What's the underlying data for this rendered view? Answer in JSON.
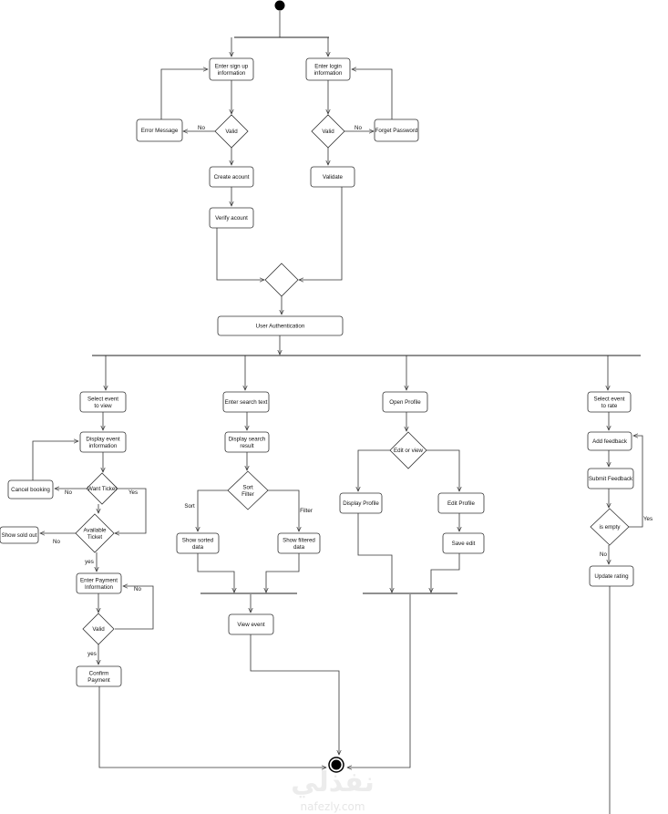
{
  "nodes": {
    "enter_signup": [
      "Enter sign up",
      "information"
    ],
    "enter_login": [
      "Enter login",
      "information"
    ],
    "error_message": [
      "Error Message"
    ],
    "forget_password": [
      "Forget Password"
    ],
    "valid_signup": [
      "Valid"
    ],
    "valid_login": [
      "Valid"
    ],
    "create_account": [
      "Create acount"
    ],
    "validate": [
      "Validate"
    ],
    "verify_account": [
      "Verify acount"
    ],
    "user_authentication": [
      "User Authentication"
    ],
    "select_event_view": [
      "Select event",
      "to view"
    ],
    "enter_search_text": [
      "Enter search text"
    ],
    "open_profile": [
      "Open Profile"
    ],
    "select_event_rate": [
      "Select event",
      "to rate"
    ],
    "display_event_info": [
      "Display event",
      "information"
    ],
    "display_search_result": [
      "Display search",
      "result"
    ],
    "edit_or_view": [
      "Edit or view"
    ],
    "add_feedback": [
      "Add feedback"
    ],
    "cancel_booking": [
      "Cancel booking"
    ],
    "want_ticket": [
      "Want Ticket"
    ],
    "sort_filter": [
      "Sort",
      "Filter"
    ],
    "display_profile": [
      "Display Profile"
    ],
    "edit_profile": [
      "Edit Profile"
    ],
    "submit_feedback": [
      "Submit Feedback"
    ],
    "show_sold_out": [
      "Show sold out"
    ],
    "available_ticket": [
      "Available",
      "Ticket"
    ],
    "show_sorted_data": [
      "Show sorted",
      "data"
    ],
    "show_filtered_data": [
      "Show filtered",
      "data"
    ],
    "save_edit": [
      "Save edit"
    ],
    "is_empty": [
      "is empty"
    ],
    "enter_payment": [
      "Enter Payment",
      "Information"
    ],
    "update_rating": [
      "Update rating"
    ],
    "valid_payment": [
      "Valid"
    ],
    "view_event": [
      "View event"
    ],
    "confirm_payment": [
      "Confirm",
      "Payment"
    ]
  },
  "edge_labels": {
    "no_signup": "No",
    "no_login": "No",
    "no_want": "No",
    "yes_want": "Yes",
    "no_avail": "No",
    "yes_avail": "yes",
    "no_payment": "No",
    "yes_payment": "yes",
    "sort": "Sort",
    "filter": "Filter",
    "yes_empty": "Yes",
    "no_empty": "No"
  },
  "watermark": {
    "arabic": "نفذلي",
    "latin": "nafezly.com"
  }
}
